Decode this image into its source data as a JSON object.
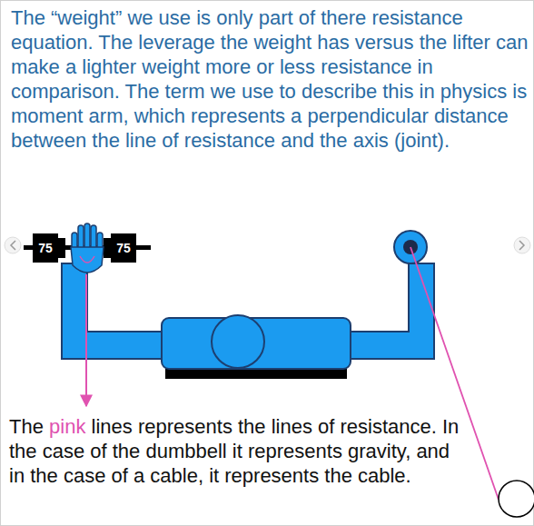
{
  "diagram": {
    "nodes": [
      {
        "text": [
          "75"
        ]
      },
      {
        "text": [
          "75"
        ]
      }
    ],
    "labels": [
      "The “weight” we use is only part of there resistance equation.  The leverage the weight has versus the lifter can make a lighter weight more or less resistance in comparison.  The term we use to describe this in physics is moment arm, which represents a perpendicular distance between the line of resistance and the axis (joint).",
      "The",
      "pink",
      "lines represents the lines of resistance.  In the case of the dumbbell it represents gravity, and in the case of a cable, it represents the cable."
    ]
  }
}
